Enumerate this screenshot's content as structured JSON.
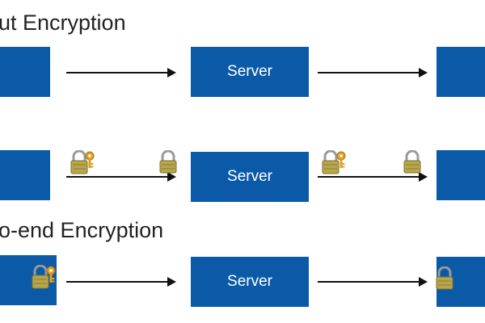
{
  "headings": {
    "no_encryption": "ut Encryption",
    "end_to_end": "o-end Encryption"
  },
  "server_label": "Server",
  "colors": {
    "box_blue": "#0a5aa8",
    "arrow": "#111111",
    "lock_body": "#b7a64a",
    "key": "#e0a020"
  },
  "icons": {
    "lock": "lock-icon",
    "lock_with_key": "lock-with-key-icon"
  }
}
